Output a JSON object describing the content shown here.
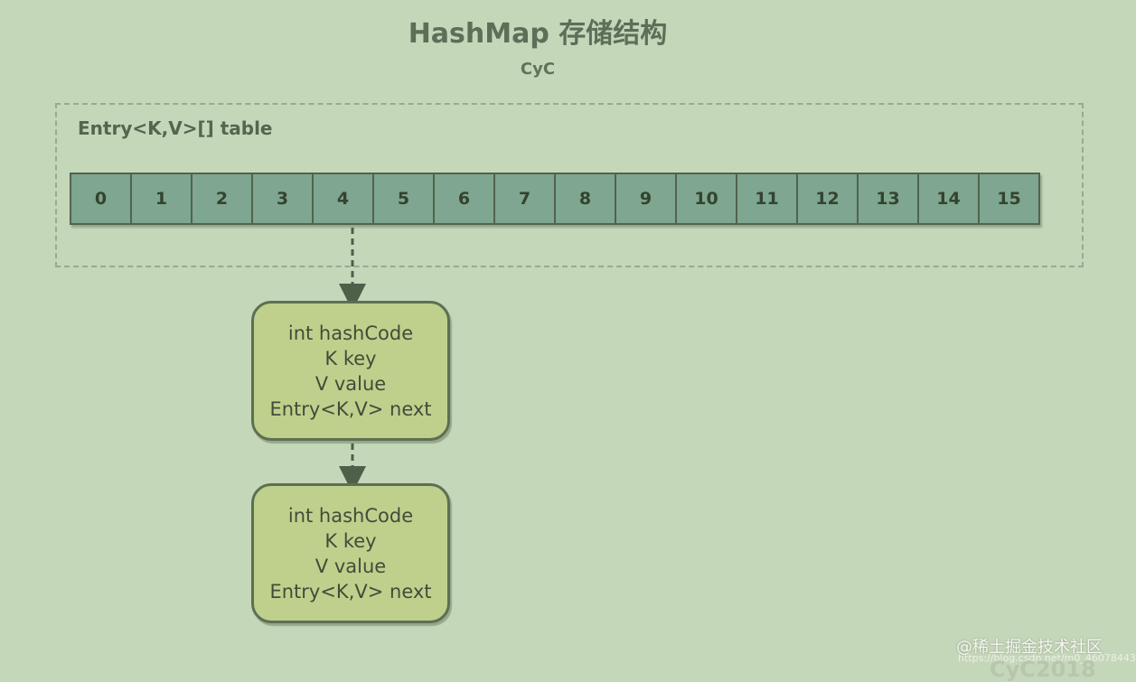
{
  "title": "HashMap 存储结构",
  "subtitle": "CyC",
  "table": {
    "label": "Entry<K,V>[] table",
    "cells": [
      "0",
      "1",
      "2",
      "3",
      "4",
      "5",
      "6",
      "7",
      "8",
      "9",
      "10",
      "11",
      "12",
      "13",
      "14",
      "15"
    ]
  },
  "entries": [
    {
      "lines": [
        "int hashCode",
        "K key",
        "V value",
        "Entry<K,V> next"
      ]
    },
    {
      "lines": [
        "int hashCode",
        "K key",
        "V value",
        "Entry<K,V> next"
      ]
    }
  ],
  "watermark": {
    "site": "@稀土掘金技术社区",
    "url": "https://blog.csdn.net/m0_46078443",
    "author": "CyC2018"
  },
  "colors": {
    "background": "#c5d7b9",
    "cell_fill": "#7ea690",
    "entry_fill": "#bfd08c",
    "stroke": "#52634e"
  }
}
